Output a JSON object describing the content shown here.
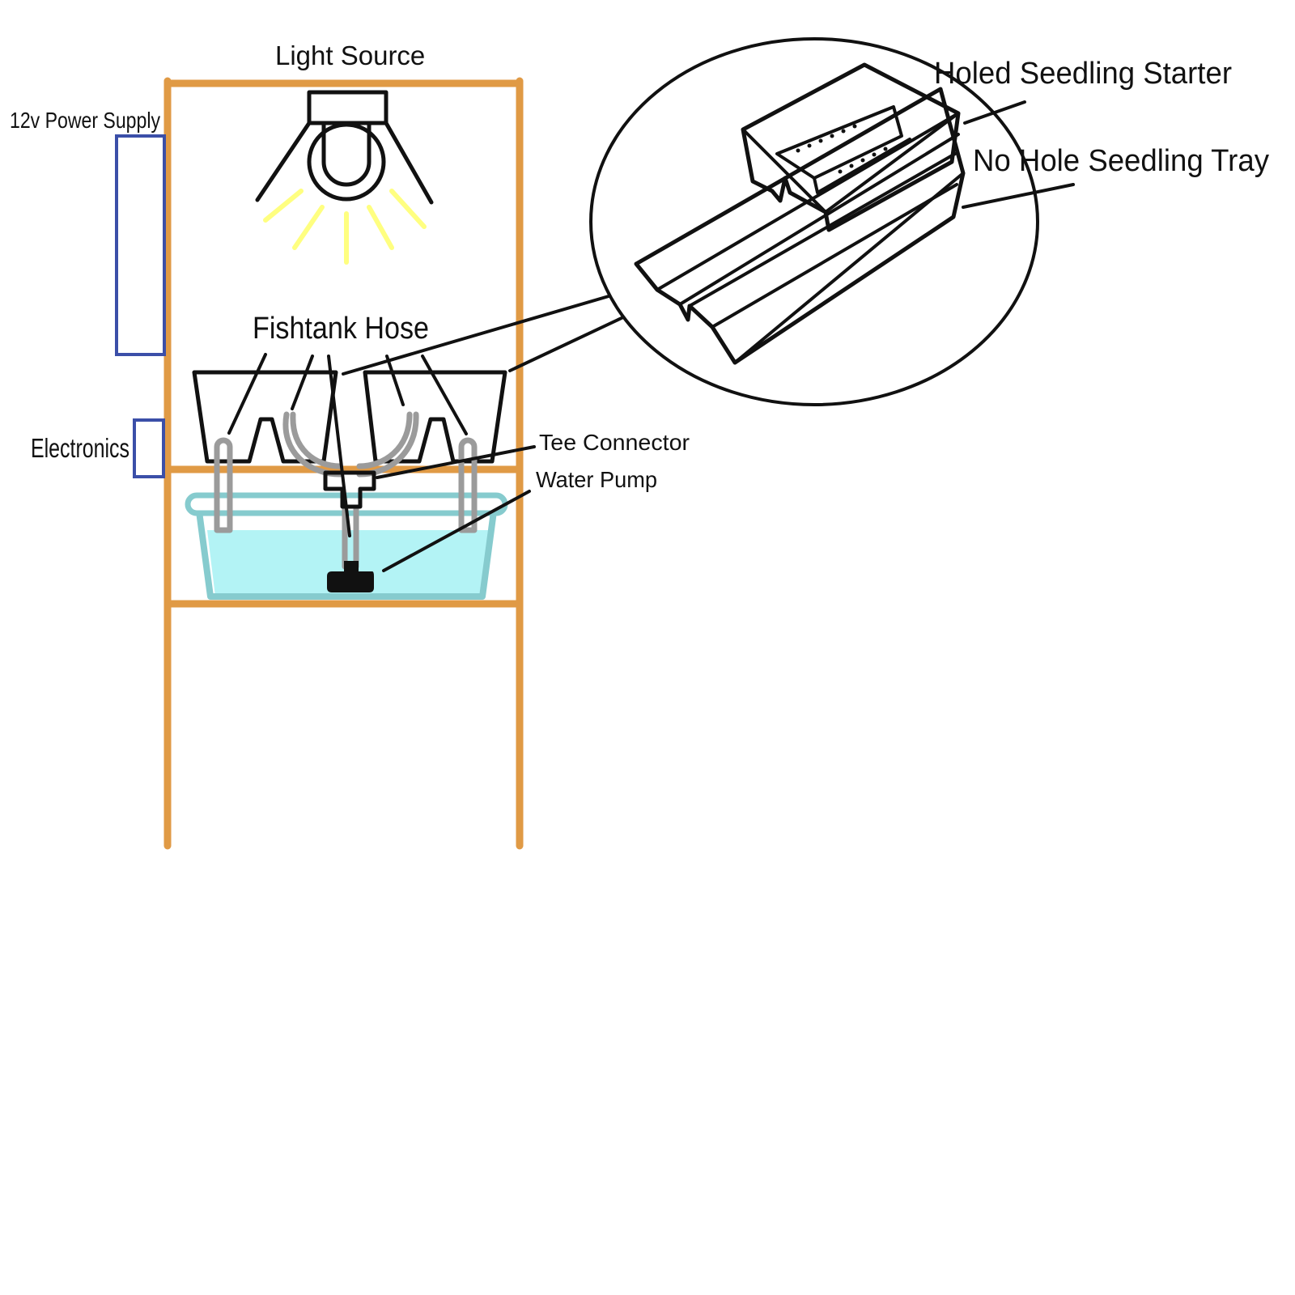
{
  "labels": {
    "light_source": "Light Source",
    "power_supply": "12v  Power  Supply",
    "electronics": "Electronics",
    "fishtank_hose": "Fishtank Hose",
    "tee_connector": "Tee Connector",
    "water_pump": "Water Pump",
    "holed_seedling_starter": "Holed Seedling Starter",
    "no_hole_seedling_tray": "No Hole Seedling Tray"
  },
  "colors": {
    "frame": "#e09a45",
    "power_supply_outline": "#3b4fa8",
    "water": "#b3f3f5",
    "tub_rim": "#86cbce",
    "hose": "#9b9b9b",
    "light_rays": "#ffff80",
    "ink": "#111111"
  }
}
